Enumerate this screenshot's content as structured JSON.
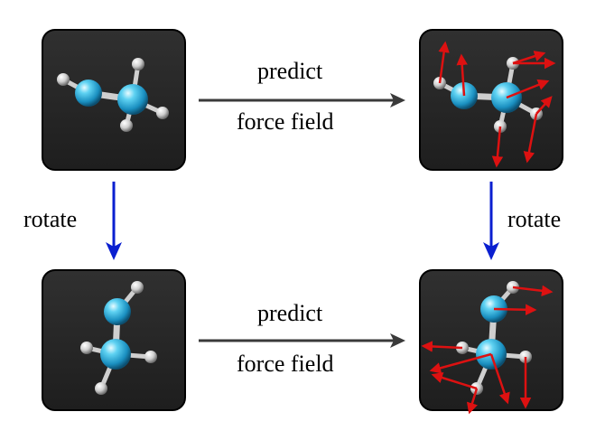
{
  "labels": {
    "top_predict": "predict",
    "top_force_field": "force field",
    "bottom_predict": "predict",
    "bottom_force_field": "force field",
    "rotate_left": "rotate",
    "rotate_right": "rotate"
  },
  "colors": {
    "panel": "#262626",
    "panel_border": "#000000",
    "carbon_atom": "#35b8e0",
    "hydrogen_atom": "#d8d8d8",
    "bond": "#d0d0d0",
    "predict_arrow": "#3a3a3a",
    "rotate_arrow": "#0a1fd0",
    "force_arrow": "#dd1111"
  },
  "icons": {
    "molecule": "ethylene-molecule-icon",
    "predict_arrow": "arrow-right-icon",
    "rotate_arrow": "arrow-down-icon",
    "force_vector": "force-arrow-icon"
  }
}
